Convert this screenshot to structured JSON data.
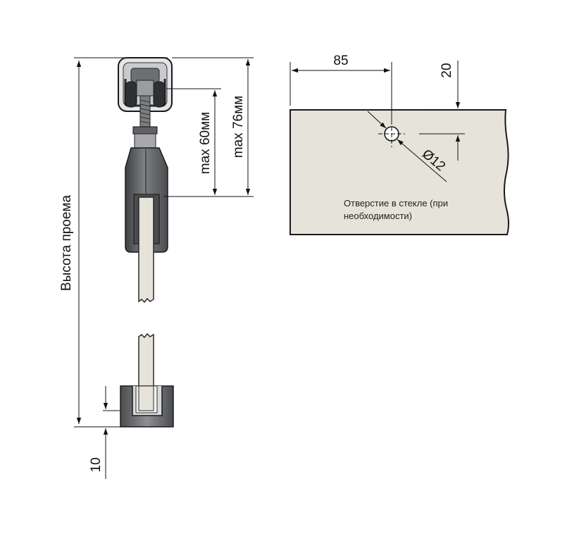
{
  "labels": {
    "opening_height": "Высота проема",
    "max_60": "max 60мм",
    "max_76": "max 76мм",
    "dim_85": "85",
    "dim_20": "20",
    "hole_diameter": "Ø12",
    "dim_10": "10",
    "note_line1": "Отверстие в стекле (при",
    "note_line2": "необходимости)"
  },
  "colors": {
    "glass": "#e6e3da",
    "hardware_dark": "#5b5d60",
    "hardware_mid": "#8a8c8f",
    "rail_light": "#cfd1d4",
    "line": "#111111"
  }
}
